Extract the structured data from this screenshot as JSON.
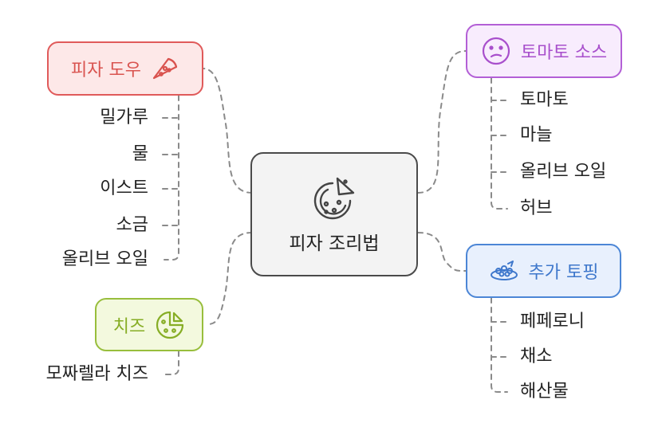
{
  "center": {
    "label": "피자 조리법",
    "icon": "pizza-icon"
  },
  "branches": {
    "dough": {
      "label": "피자 도우",
      "icon": "pizza-slice-icon",
      "color": "#e05a5a",
      "fill": "#fde8e8",
      "items": [
        "밀가루",
        "물",
        "이스트",
        "소금",
        "올리브 오일"
      ]
    },
    "sauce": {
      "label": "토마토 소스",
      "icon": "face-icon",
      "color": "#b35fd6",
      "fill": "#f8ecfd",
      "items": [
        "토마토",
        "마늘",
        "올리브 오일",
        "허브"
      ]
    },
    "cheese": {
      "label": "치즈",
      "icon": "cheese-icon",
      "color": "#98be3c",
      "fill": "#f3f9de",
      "items": [
        "모짜렐라 치즈"
      ]
    },
    "toppings": {
      "label": "추가 토핑",
      "icon": "toppings-icon",
      "color": "#4c86d6",
      "fill": "#e8f0fd",
      "items": [
        "페페로니",
        "채소",
        "해산물"
      ]
    }
  }
}
